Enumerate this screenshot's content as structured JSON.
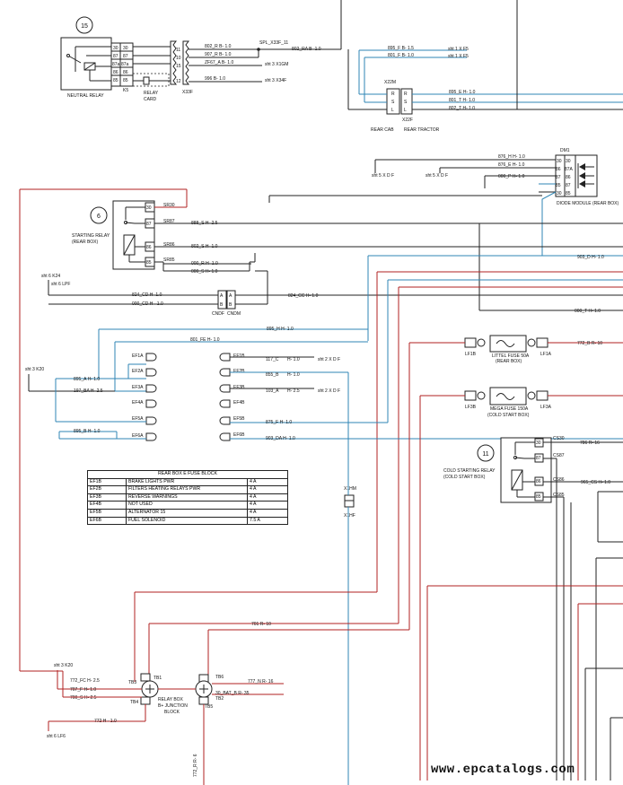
{
  "fuse_table": {
    "title": "REAR BOX E FUSE BLOCK",
    "rows": [
      [
        "EF1B",
        "BRAKE LIGHTS PWR",
        "4 A"
      ],
      [
        "EF2B",
        "FILTERS HEATING RELAYS PWR",
        "4 A"
      ],
      [
        "EF3B",
        "REVERSE WARNINGS",
        "4 A"
      ],
      [
        "EF4B",
        "NOT USED",
        "4 A"
      ],
      [
        "EF5B",
        "ALTERNATOR  15",
        "4 A"
      ],
      [
        "EF6B",
        "FUEL SOLENOID",
        "7.5 A"
      ]
    ]
  },
  "components": {
    "neutral_relay": {
      "number": "15",
      "label": "NEUTRAL   RELAY",
      "k": "K5",
      "pins": [
        "30",
        "87",
        "87a",
        "86",
        "85"
      ]
    },
    "relay_card": {
      "label1": "RELAY",
      "label2": "CARD"
    },
    "x33f": {
      "label": "X33F",
      "pins": [
        "11",
        "10",
        "15",
        "12"
      ]
    },
    "starting_relay": {
      "number": "6",
      "label1": "STARTING RELAY",
      "label2": "(REAR BOX)",
      "pins": [
        "SR30",
        "SR87",
        "SR86",
        "SR85"
      ]
    },
    "cold_starting_relay": {
      "number": "11",
      "label1": "COLD STARTING RELAY",
      "label2": "(COLD START BOX)",
      "pins": [
        "CS30",
        "CS87",
        "CS86",
        "CS85"
      ]
    },
    "diode_module": {
      "id": "DM1",
      "label": "DIODE MODULE (REAR BOX)",
      "pins": [
        "30",
        "87A",
        "86",
        "87",
        "85",
        "30"
      ]
    },
    "cndf": {
      "left": "CNDF",
      "right": "CNDM",
      "pins": [
        "A",
        "B"
      ]
    },
    "x22m": {
      "label": "X22M",
      "pins": [
        "R",
        "S",
        "L"
      ]
    },
    "x22f": {
      "label": "X22F"
    },
    "rear_cab": {
      "label": "REAR CAB"
    },
    "rear_tractor": {
      "label": "REAR TRACTOR"
    },
    "littel_fuse": {
      "label1": "LITTEL FUSE 50A",
      "label2": "(REAR BOX)",
      "left": "LF1B",
      "right": "LF1A"
    },
    "mega_fuse": {
      "label1": "MEGA FUSE 150A",
      "label2": "(COLD START BOX)",
      "left": "LF3B",
      "right": "LF3A"
    },
    "x1hm": {
      "top": "X1HM",
      "bottom": "X1HF"
    },
    "relay_box": {
      "label1": "RELAY BOX",
      "label2": "B+ JUNCTION",
      "label3": "BLOCK",
      "tb_left": [
        "TB3",
        "TB1",
        "TB4"
      ],
      "tb_right": [
        "TB6",
        "TB2",
        "TB5"
      ]
    },
    "fuses_left": [
      "EF1A",
      "EF2A",
      "EF3A",
      "EF4A",
      "EF5A",
      "EF6A"
    ],
    "fuses_right": [
      "EF1B",
      "EF2B",
      "EF3B",
      "EF4B",
      "EF5B",
      "EF6B"
    ]
  },
  "wires": {
    "w1": "802_R   B- 1.0",
    "w2": "907_R   B- 1.0",
    "w3": "ZF67_A   B- 1.0",
    "w4": "996   B- 1.0",
    "w5": "SPL_X33F_11",
    "w6": "802_RA   B- 1.0",
    "w7": "895_F  B- 1.5",
    "w8": "801_F  B- 1.0",
    "w9": "895_E   H- 1.0",
    "w10": "801_T   H- 1.0",
    "w11": "802_T   H- 1.0",
    "w12": "876_H  H- 1.0",
    "w13": "876_E  H- 1.0",
    "w14": "000_P  H- 1.0",
    "w15": "888_S   H- 2.5",
    "w16": "802_S   H- 1.0",
    "w17": "000_R   H- 1.0",
    "w18": "000_S   H- 1.0",
    "w19": "824_CD   H- 1.0",
    "w20": "000_CD   H - 1.0",
    "w21": "824_CC   H- 1.0",
    "w22": "903_D   H- 1.0",
    "w23": "000_T   H- 1.0",
    "w24": "895_H   H- 1.0",
    "w25": "801_FE   H- 1.0",
    "w26": "895_A   H- 1.0",
    "w27": "197_BA   H- 2.5",
    "w28": "895_B   H- 1.0",
    "w29": "117_C",
    "w30": "H- 1.0",
    "w31": "855_B",
    "w32": "H- 1.0",
    "w33": "103_A",
    "w34": "H- 2.5",
    "w35": "875_F   H- 1.0",
    "w36": "903_DA   H- 1.0",
    "w37": "772_B   R- 10",
    "w38": "786   R- 16",
    "w39": "965_CS   H- 1.0",
    "w40": "701   R- 10",
    "w41": "772_FC   H- 2.5",
    "w42": "707_F   H- 1.0",
    "w43": "700_S   H- 2.5",
    "w44": "772   H - 1.0",
    "w45": "777_N   R- 16",
    "w46": "30_BAT_B   R- 35",
    "w47": "772_R   R- 6"
  },
  "references": {
    "r1": "sht 3   X1GM",
    "r2": "sht 3   X34F",
    "r3": "sht 1   X F5",
    "r4": "sht 1   X F5",
    "r5": "sht 5   X D F",
    "r6": "sht 5   X D F",
    "r7": "sht 6   K24",
    "r8": "sht 6   LPF",
    "r9": "sht 3   K20",
    "r10": "sht 2   X D F",
    "r11": "sht 2   X D F",
    "r12": "sht 3   K20",
    "r13": "sht 6   LF6"
  },
  "watermark": "www.epcatalogs.com",
  "colors": {
    "wire_black": "#222222",
    "wire_blue": "#2f86b5",
    "wire_red": "#b22222"
  }
}
